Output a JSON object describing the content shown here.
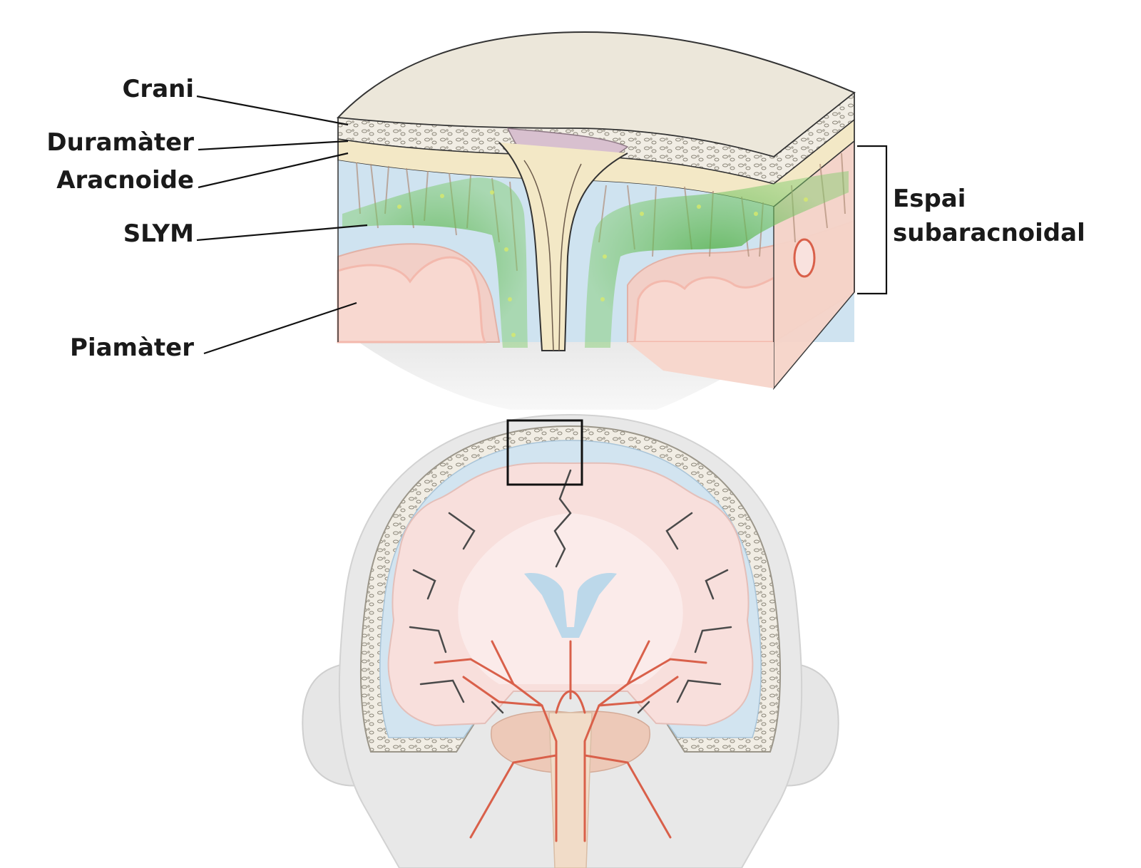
{
  "labels": {
    "crani": "Crani",
    "duramater": "Duramàter",
    "aracnoide": "Aracnoide",
    "slym": "SLYM",
    "piamater": "Piamàter",
    "espai_line1": "Espai",
    "espai_line2": "subaracnoidal"
  },
  "colors": {
    "skull_top": "#ece7da",
    "bone_outline": "#8a8577",
    "dura": "#f3e8c6",
    "sinus": "#d8c0cf",
    "csf": "#cfe3f0",
    "pia": "#f2c9c0",
    "brain": "#f6dcd8",
    "slym": "#5cbf4e",
    "artery": "#d9604a",
    "head": "#e8e8e8"
  }
}
